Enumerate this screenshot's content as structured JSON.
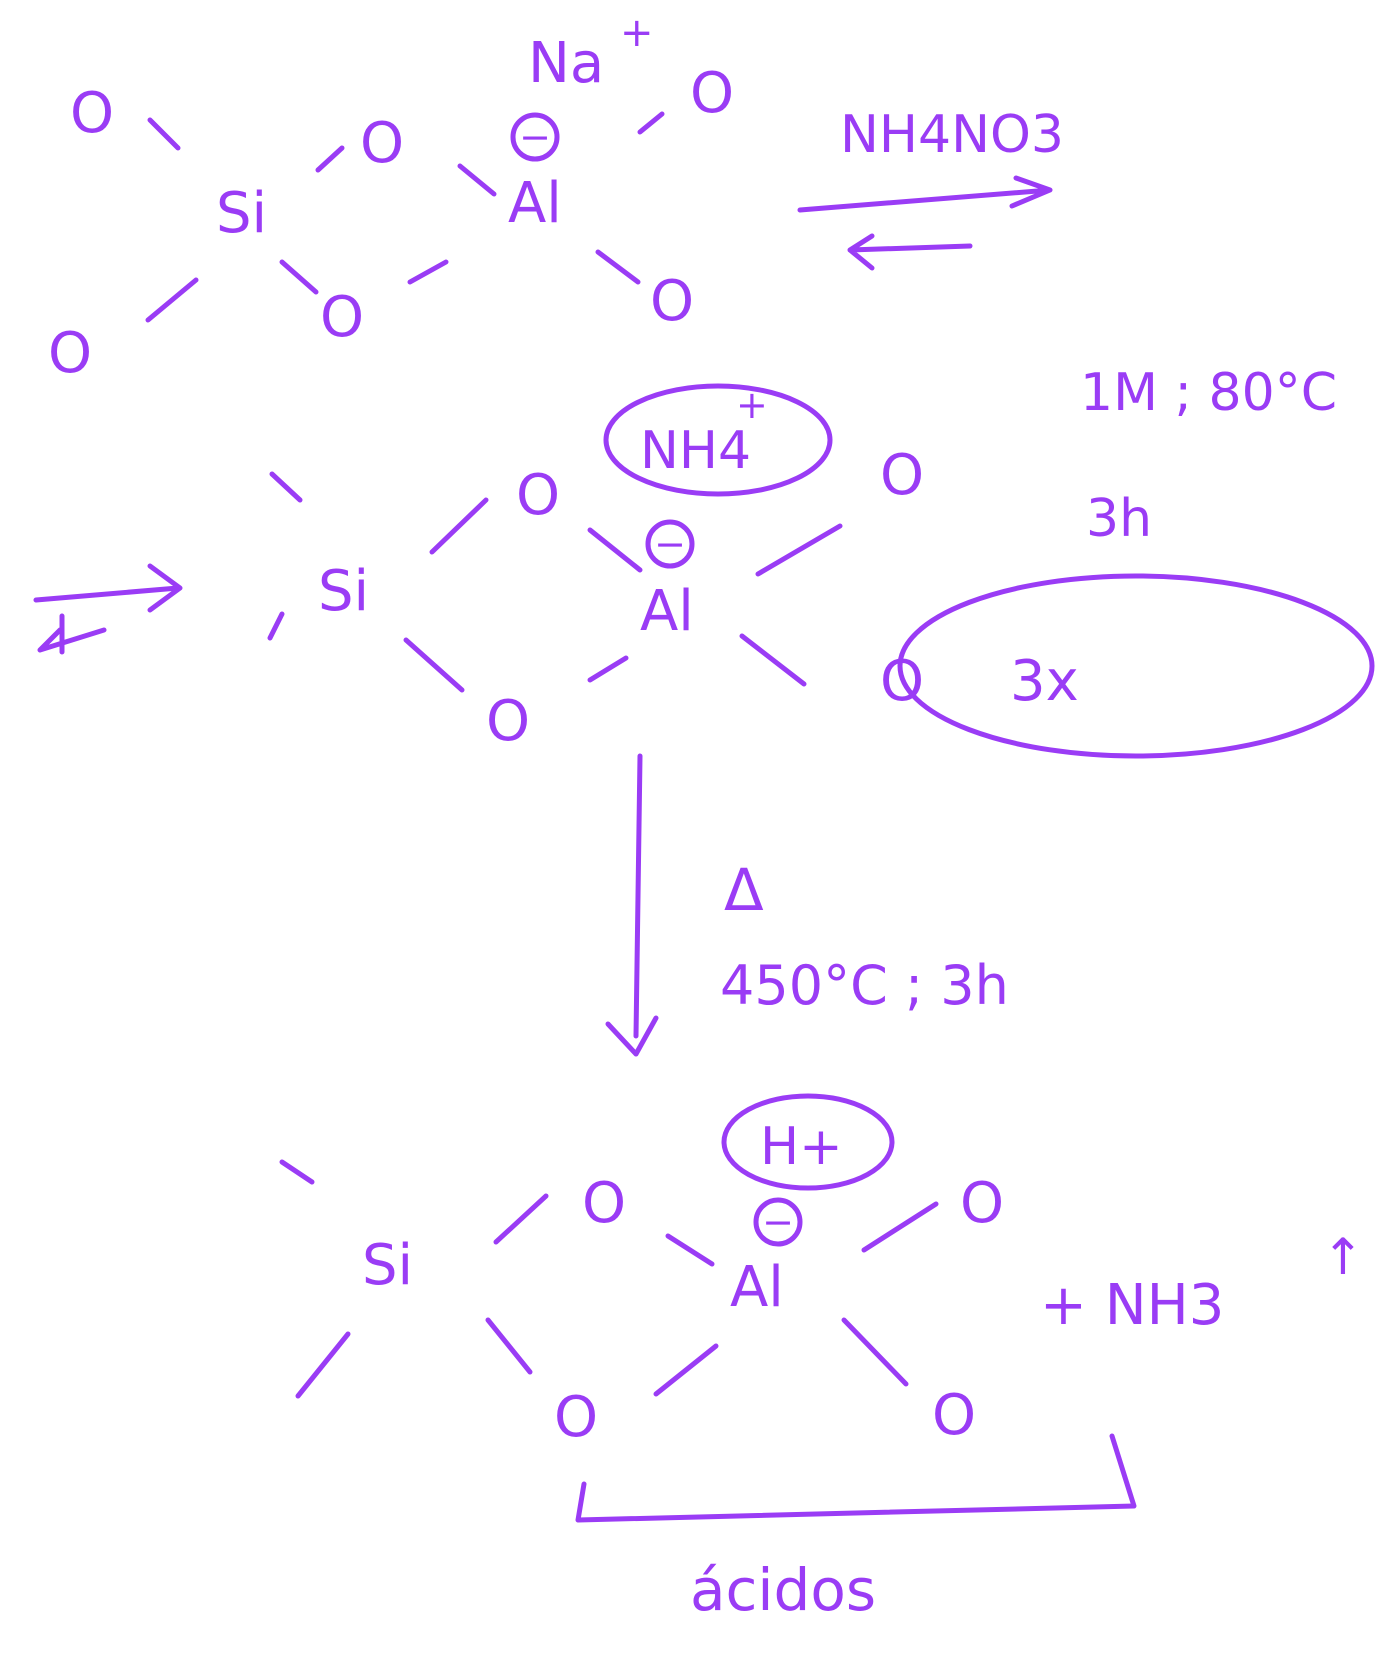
{
  "colors": {
    "ink": "#9a3cf5",
    "background": "#ffffff"
  },
  "stage1": {
    "cation": "Na",
    "cation_charge": "+",
    "si_label": "Si",
    "al_label": "Al",
    "oxygen_label": "O",
    "negative_charge": "−"
  },
  "exchange_step": {
    "reagent": "NH4NO3",
    "condition_1": "1M ; 80°C",
    "condition_2": "3h",
    "repeat": "3x"
  },
  "stage2": {
    "cation": "NH4",
    "cation_charge": "+",
    "si_label": "Si",
    "al_label": "Al",
    "oxygen_label": "O",
    "negative_charge": "−"
  },
  "calcination_step": {
    "heat_symbol": "Δ",
    "conditions": "450°C ; 3h"
  },
  "stage3": {
    "cation": "H+",
    "si_label": "Si",
    "al_label": "Al",
    "oxygen_label": "O",
    "negative_charge": "−",
    "byproduct": "+ NH3",
    "gas_arrow": "↑",
    "site_label": "ácidos"
  }
}
